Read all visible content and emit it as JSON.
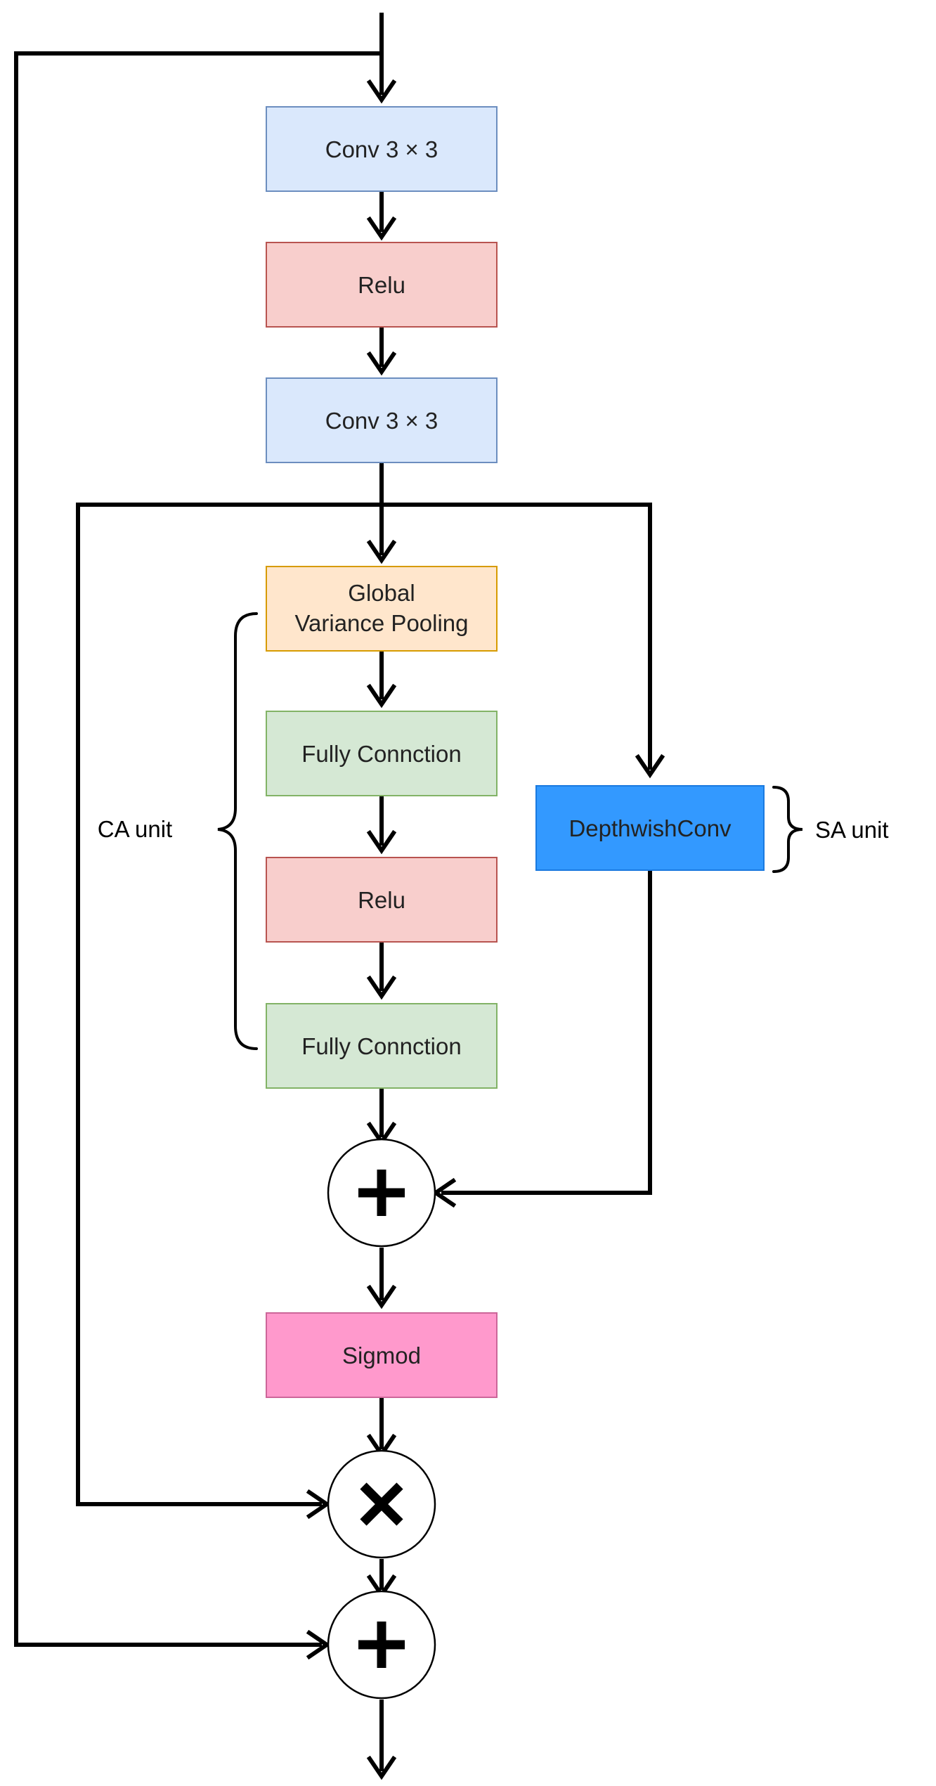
{
  "diagram": {
    "blocks": {
      "conv1": {
        "label": "Conv 3 ×  3",
        "fill": "#dae8fc",
        "stroke": "#6c8ebf"
      },
      "relu1": {
        "label": "Relu",
        "fill": "#f8cecc",
        "stroke": "#b85450"
      },
      "conv2": {
        "label": "Conv 3 ×  3",
        "fill": "#dae8fc",
        "stroke": "#6c8ebf"
      },
      "gvp": {
        "line1": "Global",
        "line2": "Variance Pooling",
        "fill": "#ffe6cc",
        "stroke": "#d79b00"
      },
      "fc1": {
        "label": "Fully Connction",
        "fill": "#d5e8d4",
        "stroke": "#82b366"
      },
      "relu2": {
        "label": "Relu",
        "fill": "#f8cecc",
        "stroke": "#b85450"
      },
      "fc2": {
        "label": "Fully Connction",
        "fill": "#d5e8d4",
        "stroke": "#82b366"
      },
      "depthwise": {
        "label": "DepthwishConv",
        "fill": "#3399ff",
        "stroke": "#1a7ae0"
      },
      "sigmoid": {
        "label": "Sigmod",
        "fill": "#ff99cc",
        "stroke": "#cc6699"
      }
    },
    "operators": {
      "add1": "plus-icon",
      "multiply": "times-icon",
      "add2": "plus-icon"
    },
    "annotations": {
      "ca_unit": "CA unit",
      "sa_unit": "SA unit"
    }
  }
}
